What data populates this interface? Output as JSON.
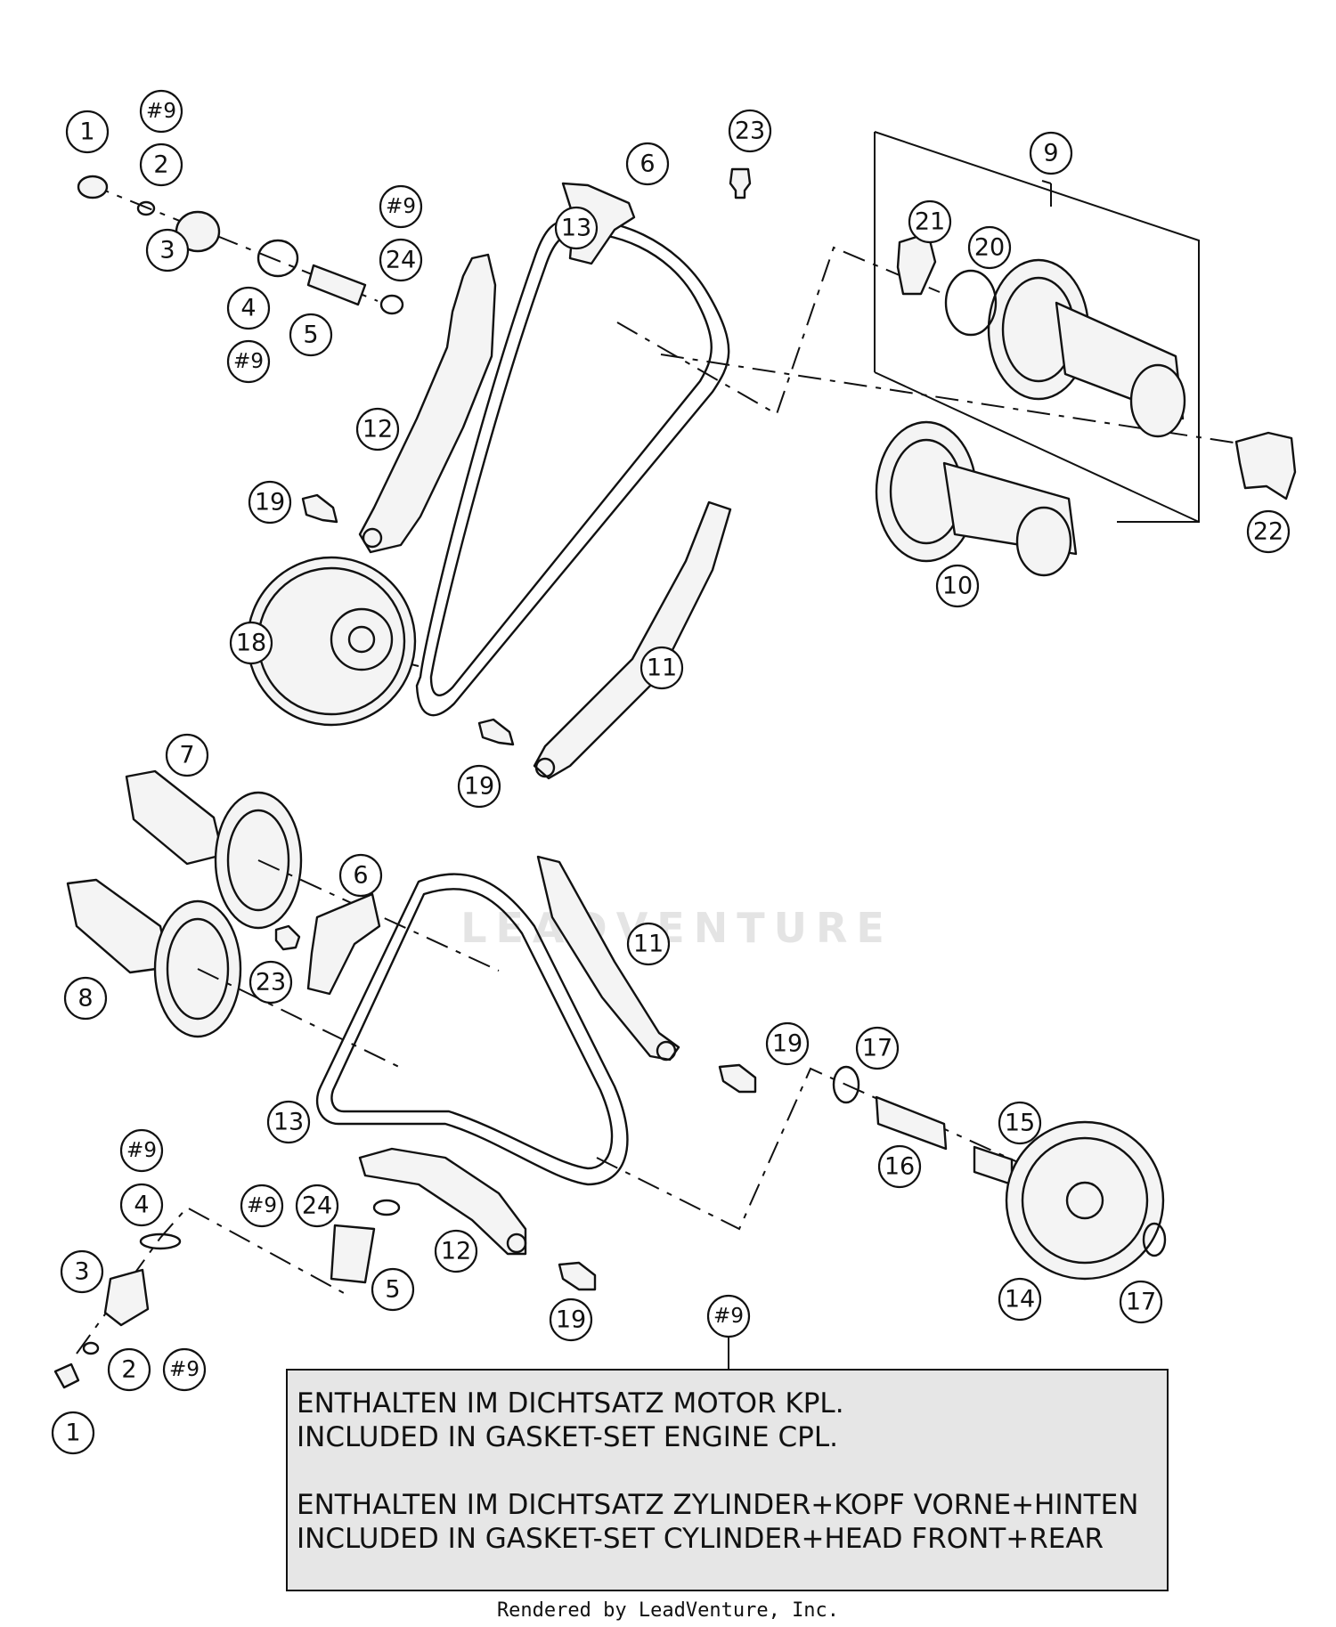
{
  "diagram": {
    "callouts": [
      "1",
      "#9",
      "2",
      "3",
      "4",
      "5",
      "#9",
      "#9",
      "24",
      "23",
      "6",
      "13",
      "9",
      "21",
      "20",
      "12",
      "19",
      "10",
      "22",
      "18",
      "11",
      "19",
      "7",
      "6",
      "11",
      "8",
      "23",
      "13",
      "19",
      "17",
      "15",
      "16",
      "#9",
      "4",
      "3",
      "#9",
      "24",
      "5",
      "12",
      "19",
      "14",
      "17",
      "2",
      "#9",
      "1",
      "#9"
    ],
    "watermark": "LEADVENTURE"
  },
  "note": {
    "lines": [
      "ENTHALTEN IM DICHTSATZ MOTOR KPL.",
      "INCLUDED IN GASKET-SET ENGINE CPL.",
      "ENTHALTEN IM DICHTSATZ ZYLINDER+KOPF VORNE+HINTEN",
      "INCLUDED IN GASKET-SET CYLINDER+HEAD FRONT+REAR"
    ]
  },
  "footer": {
    "text": "Rendered by LeadVenture, Inc."
  }
}
